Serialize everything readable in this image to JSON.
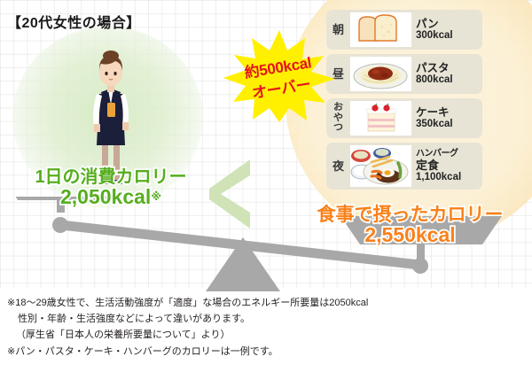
{
  "page": {
    "title": "【20代女性の場合】"
  },
  "colors": {
    "green": "#56ae1f",
    "orange": "#f9811a",
    "burst_fill": "#fff000",
    "burst_text": "#e5141b",
    "scale_gray": "#a8a8a8"
  },
  "left_panel": {
    "icon": "businesswoman-illustration",
    "label_line1": "1日の消費カロリー",
    "label_line2": "2,050kcal",
    "footnote_mark": "※"
  },
  "comparison": {
    "symbol": "<",
    "symbol_name": "less-than-sign"
  },
  "burst": {
    "line1": "約500kcal",
    "line2": "オーバー"
  },
  "right_panel": {
    "label_line1": "食事で摂ったカロリー",
    "label_line2": "2,550kcal"
  },
  "meals": [
    {
      "time": "朝",
      "icon": "bread-slices-icon",
      "name": "パン",
      "kcal": "300kcal"
    },
    {
      "time": "昼",
      "icon": "pasta-plate-icon",
      "name": "パスタ",
      "kcal": "800kcal"
    },
    {
      "time": "おやつ",
      "icon": "cake-slice-icon",
      "name": "ケーキ",
      "kcal": "350kcal"
    },
    {
      "time": "夜",
      "icon": "hamburg-steak-set-icon",
      "name": "ハンバーグ",
      "name2": "定食",
      "kcal": "1,100kcal"
    }
  ],
  "notes": {
    "line1": "※18〜29歳女性で、生活活動強度が「適度」な場合のエネルギー所要量は2050kcal",
    "line2": "性別・年齢・生活強度などによって違いがあります。",
    "line3": "（厚生省「日本人の栄養所要量について」より）",
    "line4": "※パン・パスタ・ケーキ・ハンバーグのカロリーは一例です。"
  }
}
